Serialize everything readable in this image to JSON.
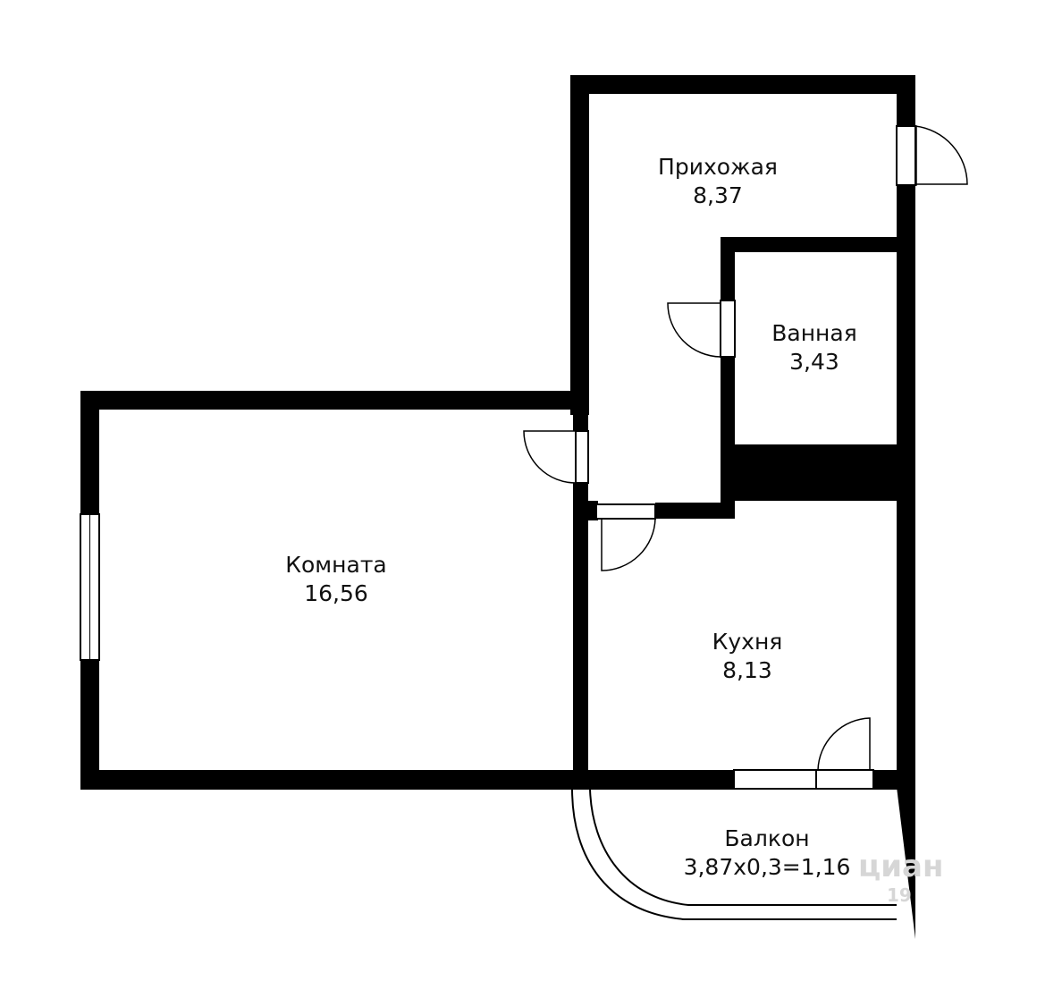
{
  "rooms": {
    "hallway": {
      "name": "Прихожая",
      "area": "8,37"
    },
    "bathroom": {
      "name": "Ванная",
      "area": "3,43"
    },
    "living_room": {
      "name": "Комната",
      "area": "16,56"
    },
    "kitchen": {
      "name": "Кухня",
      "area": "8,13"
    },
    "balcony": {
      "name": "Балкон",
      "area": "3,87x0,3=1,16"
    }
  },
  "watermark": {
    "text": "циан",
    "code": "19"
  },
  "colors": {
    "wall": "#000000",
    "background": "#ffffff",
    "label": "#111111"
  }
}
